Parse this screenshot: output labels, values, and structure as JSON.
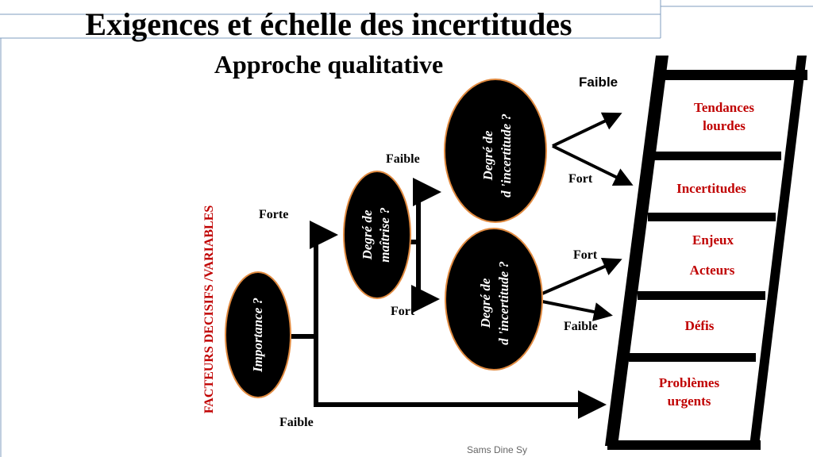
{
  "title": "Exigences et échelle des incertitudes",
  "subtitle": "Approche qualitative",
  "side_label": "FACTEURS DECISIFS /VARIABLES",
  "nodes": {
    "importance": "Importance ?",
    "maitrise": [
      "Degré de",
      "maîtrise ?"
    ],
    "incertitude_top": [
      "Degré de",
      "d 'incertitude ?"
    ],
    "incertitude_bottom": [
      "Degré de",
      "d 'incertitude ?"
    ]
  },
  "edge_labels": {
    "forte": "Forte",
    "faible_importance": "Faible",
    "faible_maitrise": "Faible",
    "fort_maitrise": "Fort",
    "faible_top": "Faible",
    "fort_top": "Fort",
    "fort_bottom": "Fort",
    "faible_bottom": "Faible"
  },
  "ladder": {
    "tendances": [
      "Tendances",
      "lourdes"
    ],
    "incertitudes": "Incertitudes",
    "enjeux": "Enjeux",
    "acteurs": "Acteurs",
    "defis": "Défis",
    "problemes": [
      "Problèmes",
      "urgents"
    ]
  },
  "footer": "Sams Dine Sy",
  "colors": {
    "accent_red": "#c00000",
    "node_fill": "#000000",
    "node_border": "#e08a40",
    "title_border": "#7f9cbf"
  }
}
